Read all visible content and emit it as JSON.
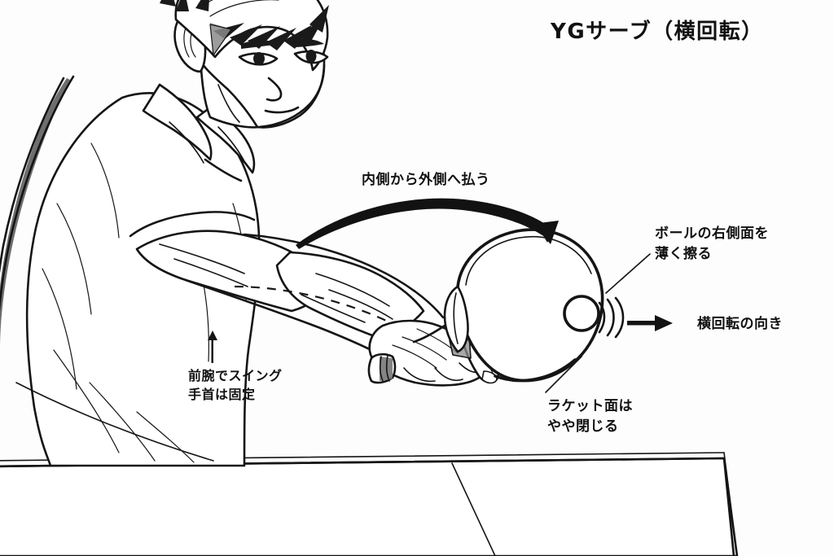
{
  "figure": {
    "title": "YGサーブ（横回転）",
    "subject": "table-tennis-player-yg-serve",
    "background_color": "#fdfdfd",
    "ink_color": "#151515",
    "style": "manga line-art instructional diagram"
  },
  "annotations": {
    "sweep": {
      "text": "内側から外側へ払う",
      "marker": "curved-arrow-right"
    },
    "brush": {
      "text": "ボールの右側面を\n薄く擦る",
      "marker": "leader-line"
    },
    "spin_direction": {
      "text": "横回転の向き",
      "marker": "straight-arrow-right"
    },
    "forearm": {
      "text": "前腕でスイング\n手首は固定",
      "marker": "up-arrow"
    },
    "racket_face": {
      "text": "ラケット面は\nやや閉じる",
      "marker": "leader-line"
    }
  },
  "elements": {
    "player": "player-figure",
    "racket": "table-tennis-racket",
    "ball": "table-tennis-ball",
    "spin_lines": "spin-motion-arcs",
    "table": "table-tennis-table",
    "dashed_forearm_line": "forearm-axis-dashed-line"
  }
}
